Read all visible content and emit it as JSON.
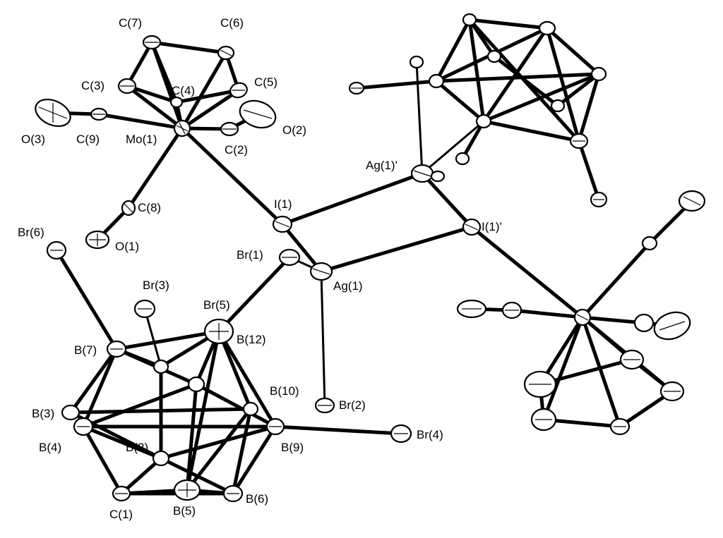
{
  "labels": {
    "c7": "C(7)",
    "c6": "C(6)",
    "c3": "C(3)",
    "c4": "C(4)",
    "c5": "C(5)",
    "o3": "O(3)",
    "c9": "C(9)",
    "mo1": "Mo(1)",
    "c2": "C(2)",
    "o2": "O(2)",
    "c8": "C(8)",
    "o1": "O(1)",
    "i1": "I(1)",
    "ag1p": "Ag(1)'",
    "i1p": "I(1)'",
    "br6": "Br(6)",
    "br1": "Br(1)",
    "ag1": "Ag(1)",
    "br3": "Br(3)",
    "br5": "Br(5)",
    "b7": "B(7)",
    "b12": "B(12)",
    "b10": "B(10)",
    "br2": "Br(2)",
    "b3": "B(3)",
    "b4": "B(4)",
    "b2": "B(2)",
    "b9": "B(9)",
    "br4": "Br(4)",
    "c1": "C(1)",
    "b5": "B(5)",
    "b6": "B(6)"
  }
}
